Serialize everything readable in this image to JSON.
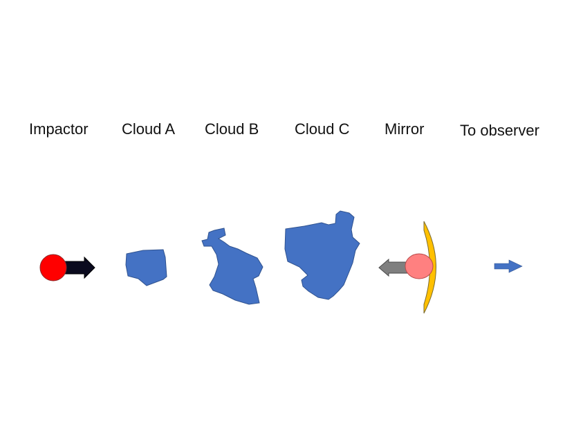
{
  "labels": {
    "impactor": "Impactor",
    "cloud_a": "Cloud A",
    "cloud_b": "Cloud B",
    "cloud_c": "Cloud C",
    "mirror": "Mirror",
    "observer": "To observer"
  },
  "colors": {
    "impactor": "#ff0000",
    "impactor_arrow": "#0a0a1e",
    "cloud": "#4472c4",
    "cloud_outline": "#2f528f",
    "mirror": "#ffc000",
    "mirror_ball": "#ff8080",
    "mirror_arrow": "#7f7f7f",
    "observer_arrow": "#4472c4"
  }
}
